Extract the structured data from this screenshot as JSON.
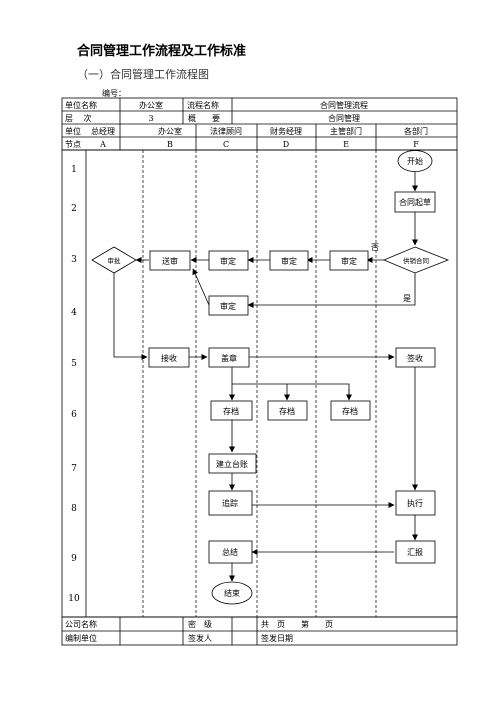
{
  "title": "合同管理工作流程及工作标准",
  "subtitle": "（一）合同管理工作流程图",
  "doc_no_label": "编号：",
  "header": {
    "unit_name_label": "单位名称",
    "unit_name_value": "办公室",
    "process_name_label": "流程名称",
    "process_name_value": "合同管理流程",
    "level_label": "层　 次",
    "level_value": "3",
    "summary_label": "概　　要",
    "summary_value": "合同管理"
  },
  "columns": {
    "unit_label": "单位",
    "node_label": "节点",
    "units": [
      "总经理",
      "办公室",
      "法律顾问",
      "财务经理",
      "主管部门",
      "各部门"
    ],
    "codes": [
      "A",
      "B",
      "C",
      "D",
      "E",
      "F"
    ]
  },
  "row_numbers": [
    "1",
    "2",
    "3",
    "4",
    "5",
    "6",
    "7",
    "8",
    "9",
    "10"
  ],
  "nodes": {
    "start": "开始",
    "draft": "合同起草",
    "supplier_contract": "供销合同",
    "audit_a": "审批",
    "send_review": "送审",
    "review_c": "审定",
    "review_d": "审定",
    "review_e": "审定",
    "review_c2": "审定",
    "receive": "接收",
    "seal": "盖章",
    "sign": "签收",
    "archive_c": "存档",
    "archive_d": "存档",
    "archive_e": "存档",
    "ledger": "建立台账",
    "track": "追踪",
    "execute": "执行",
    "summary": "总结",
    "report": "汇报",
    "end": "结束"
  },
  "edge_labels": {
    "no": "否",
    "yes": "是"
  },
  "footer": {
    "company_label": "公司名称",
    "secret_label": "密　级",
    "pages_text": "共　页　　第　　页",
    "unit_label": "编制单位",
    "issuer_label": "签发人",
    "date_label": "签发日期"
  }
}
